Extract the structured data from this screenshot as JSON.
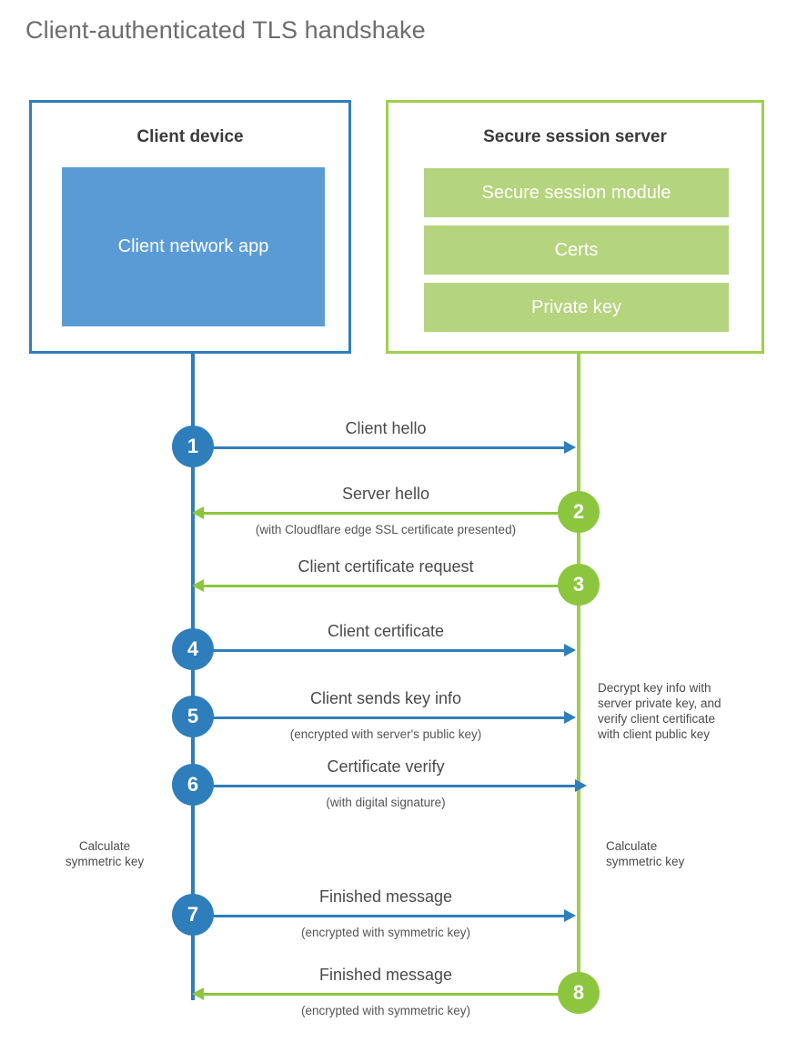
{
  "title": "Client-authenticated TLS handshake",
  "colors": {
    "client_blue": "#2E7EBB",
    "client_app_fill": "#5B9BD5",
    "server_green": "#A0CE4E",
    "server_bar_fill": "#B5D47E",
    "arrow_green": "#8CC63E",
    "text_gray": "#4a4a4a"
  },
  "client_panel": {
    "title": "Client device",
    "app_label": "Client network app"
  },
  "server_panel": {
    "title": "Secure session server",
    "components": [
      "Secure session module",
      "Certs",
      "Private key"
    ]
  },
  "steps": [
    {
      "number": "1",
      "label": "Client hello",
      "sub": "",
      "direction": "to-server"
    },
    {
      "number": "2",
      "label": "Server hello",
      "sub": "(with Cloudflare edge SSL certificate presented)",
      "direction": "to-client"
    },
    {
      "number": "3",
      "label": "Client certificate request",
      "sub": "",
      "direction": "to-client"
    },
    {
      "number": "4",
      "label": "Client certificate",
      "sub": "",
      "direction": "to-server"
    },
    {
      "number": "5",
      "label": "Client sends key info",
      "sub": "(encrypted with server's public key)",
      "direction": "to-server"
    },
    {
      "number": "6",
      "label": "Certificate verify",
      "sub": "(with digital signature)",
      "direction": "to-server"
    },
    {
      "number": "7",
      "label": "Finished message",
      "sub": "(encrypted with symmetric key)",
      "direction": "to-server"
    },
    {
      "number": "8",
      "label": "Finished message",
      "sub": "(encrypted with symmetric key)",
      "direction": "to-client"
    }
  ],
  "annotations": {
    "decrypt_note": [
      "Decrypt key info with",
      "server private key, and",
      "verify client certificate",
      "with client public key"
    ],
    "calculate_left": [
      "Calculate",
      "symmetric key"
    ],
    "calculate_right": [
      "Calculate",
      "symmetric key"
    ]
  }
}
